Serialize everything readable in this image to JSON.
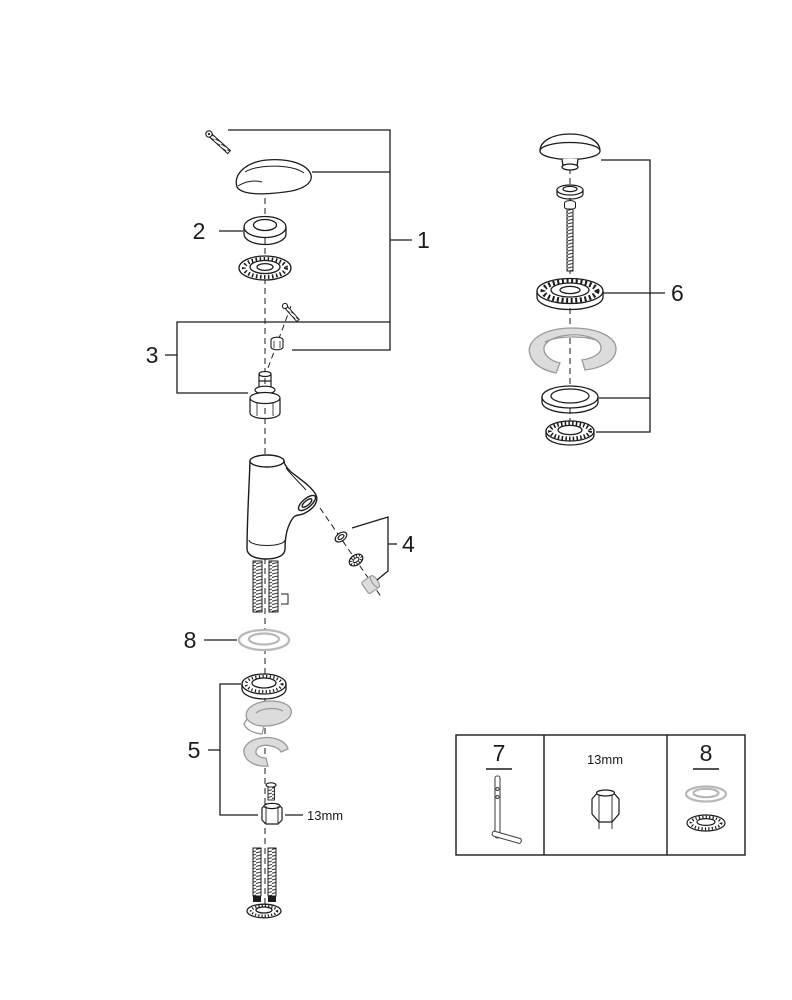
{
  "diagram": {
    "callouts": {
      "n1": "1",
      "n2": "2",
      "n3": "3",
      "n4": "4",
      "n5": "5",
      "n6": "6",
      "n8": "8"
    },
    "annotations": {
      "wrench_size": "13mm"
    },
    "legend": {
      "tool_label": "7",
      "nut_size_label": "13mm",
      "rings_label": "8"
    },
    "colors": {
      "line": "#1c1c1c",
      "ghost_stroke": "#9a9a9a",
      "ghost_fill": "#dcdcdc",
      "light_ring": "#b8b8b8"
    }
  }
}
